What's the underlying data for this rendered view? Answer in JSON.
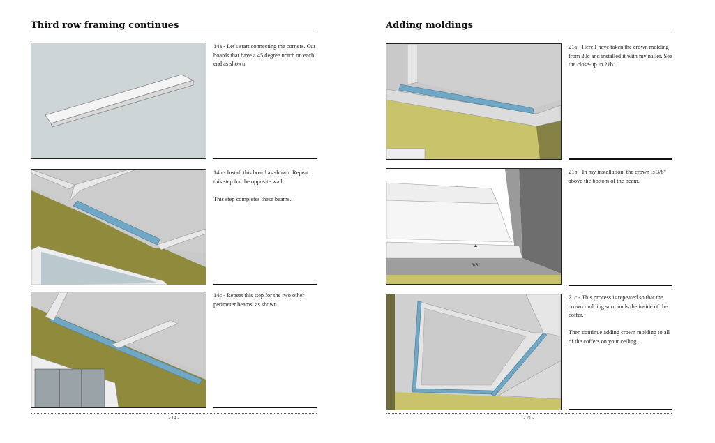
{
  "left_page": {
    "title": "Third row framing continues",
    "page_number": "- 14 -",
    "steps": [
      {
        "text": [
          "14a - Let's start connecting the corners.  Cut boards that have a 45 degree notch on each end as shown"
        ]
      },
      {
        "text": [
          "14b - Install this board as shown.  Repeat this step for the opposite wall.",
          "This step completes these beams."
        ]
      },
      {
        "text": [
          "14c - Repeat this step for the two other perimeter beams, as shown"
        ]
      }
    ]
  },
  "right_page": {
    "title": "Adding moldings",
    "page_number": "- 21 -",
    "steps": [
      {
        "text": [
          "21a - Here I have taken the crown molding from 20c and installed it with my nailer.  See the close-up in 21b."
        ]
      },
      {
        "text": [
          "21b - In my installation, the crown is 3/8\" above the bottom of the beam."
        ],
        "figure_label": "3/8\""
      },
      {
        "text": [
          "21c - This process is repeated so that the crown molding surrounds the inside of the coffer.",
          "Then continue adding crown molding to all of the coffers on your ceiling."
        ]
      }
    ]
  },
  "colors": {
    "background_gray": "#cfd6d8",
    "wall_olive": "#8f8a3c",
    "wall_yellow": "#c9c36b",
    "molding_blue": "#6fa7c4",
    "ceiling_gray": "#c8c8c8"
  }
}
